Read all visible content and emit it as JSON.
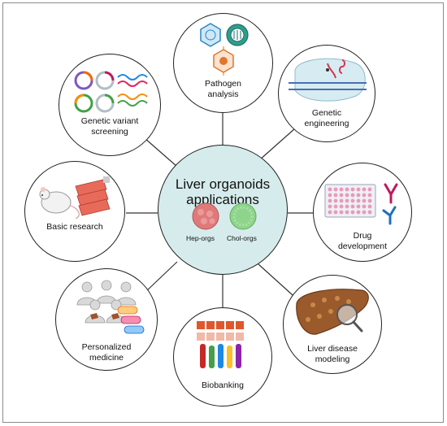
{
  "center": {
    "title": "Liver organoids\napplications",
    "hep_label": "Hep-orgs",
    "chol_label": "Chol-orgs",
    "hep_color": "#e07a7a",
    "chol_color": "#8fd48c"
  },
  "nodes": {
    "pathogen": {
      "label": "Pathogen\nanalysis",
      "icon": "virus-icons"
    },
    "genetic_engineering": {
      "label": "Genetic\nengineering",
      "icon": "crispr-icon"
    },
    "drug": {
      "label": "Drug\ndevelopment",
      "icon": "well-plate-antibody-icon"
    },
    "liver_disease": {
      "label": "Liver disease\nmodeling",
      "icon": "liver-magnifier-icon"
    },
    "biobanking": {
      "label": "Biobanking",
      "icon": "sample-tubes-icon"
    },
    "personalized": {
      "label": "Personalized\nmedicine",
      "icon": "patients-pills-icon"
    },
    "basic_research": {
      "label": "Basic research",
      "icon": "mouse-flasks-icon"
    },
    "genetic_variant": {
      "label": "Genetic variant\nscreening",
      "icon": "plasmid-dna-icon"
    }
  },
  "colors": {
    "center_fill": "#d6ecec",
    "outline": "#222222",
    "frame": "#8c8c8c"
  }
}
